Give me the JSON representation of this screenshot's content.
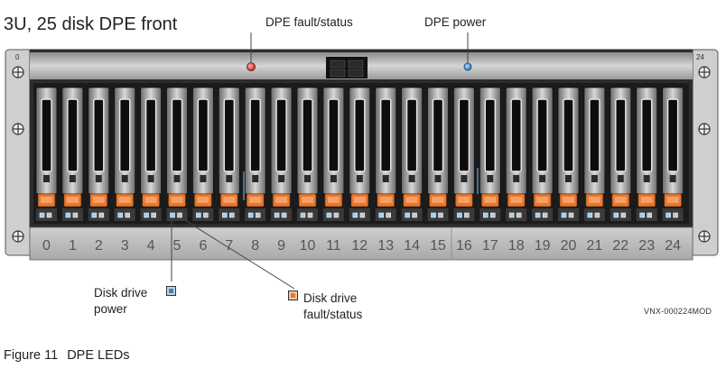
{
  "title": "3U, 25 disk DPE front",
  "callouts": {
    "dpe_fault": "DPE fault/status",
    "dpe_power": "DPE power",
    "disk_power": "Disk drive power",
    "disk_fault": "Disk drive fault/status"
  },
  "chassis": {
    "left_ear_label": "0",
    "right_ear_label": "24",
    "slot_labels": [
      "0",
      "1",
      "2",
      "3",
      "4",
      "5",
      "6",
      "7",
      "8",
      "9",
      "10",
      "11",
      "12",
      "13",
      "14",
      "15",
      "16",
      "17",
      "18",
      "19",
      "20",
      "21",
      "22",
      "23",
      "24"
    ]
  },
  "colors": {
    "drive_led_orange": "#e8772e",
    "dpe_fault_led": "#d9342b",
    "dpe_power_led": "#3d86d6",
    "disk_power_led": "#4a7fb0",
    "chassis_gray": "#b9b9b9"
  },
  "drawing_id": "VNX-000224MOD",
  "caption": {
    "number": "Figure 11",
    "text": "DPE LEDs"
  }
}
